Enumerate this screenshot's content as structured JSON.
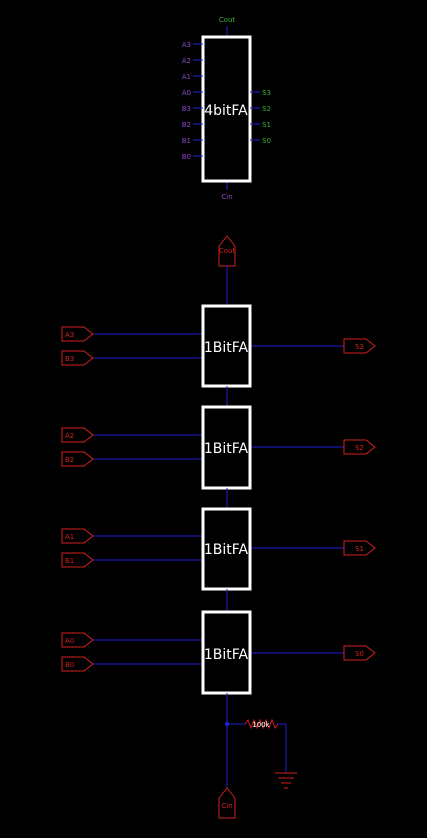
{
  "colors": {
    "background": "#000000",
    "wire": "#1f1fd6",
    "block": "#ffffff",
    "port_red": "#d42020",
    "pin_purple": "#8a48c8",
    "pin_green": "#3cae3c",
    "resistor": "#d42020",
    "ground": "#d42020"
  },
  "symbol": {
    "label": "4bitFA",
    "cout": "Cout",
    "cin": "Cin",
    "inputs": [
      "A3",
      "A2",
      "A1",
      "A0",
      "B3",
      "B2",
      "B1",
      "B0"
    ],
    "outputs": [
      "S3",
      "S2",
      "S1",
      "S0"
    ]
  },
  "schematic": {
    "cout_port": "Cout",
    "cin_port": "Cin",
    "resistor_label": "100k",
    "adders": [
      {
        "label": "1BitFA",
        "a": "A3",
        "b": "B3",
        "s": "S3"
      },
      {
        "label": "1BitFA",
        "a": "A2",
        "b": "B2",
        "s": "S2"
      },
      {
        "label": "1BitFA",
        "a": "A1",
        "b": "B1",
        "s": "S1"
      },
      {
        "label": "1BitFA",
        "a": "A0",
        "b": "B0",
        "s": "S0"
      }
    ]
  }
}
